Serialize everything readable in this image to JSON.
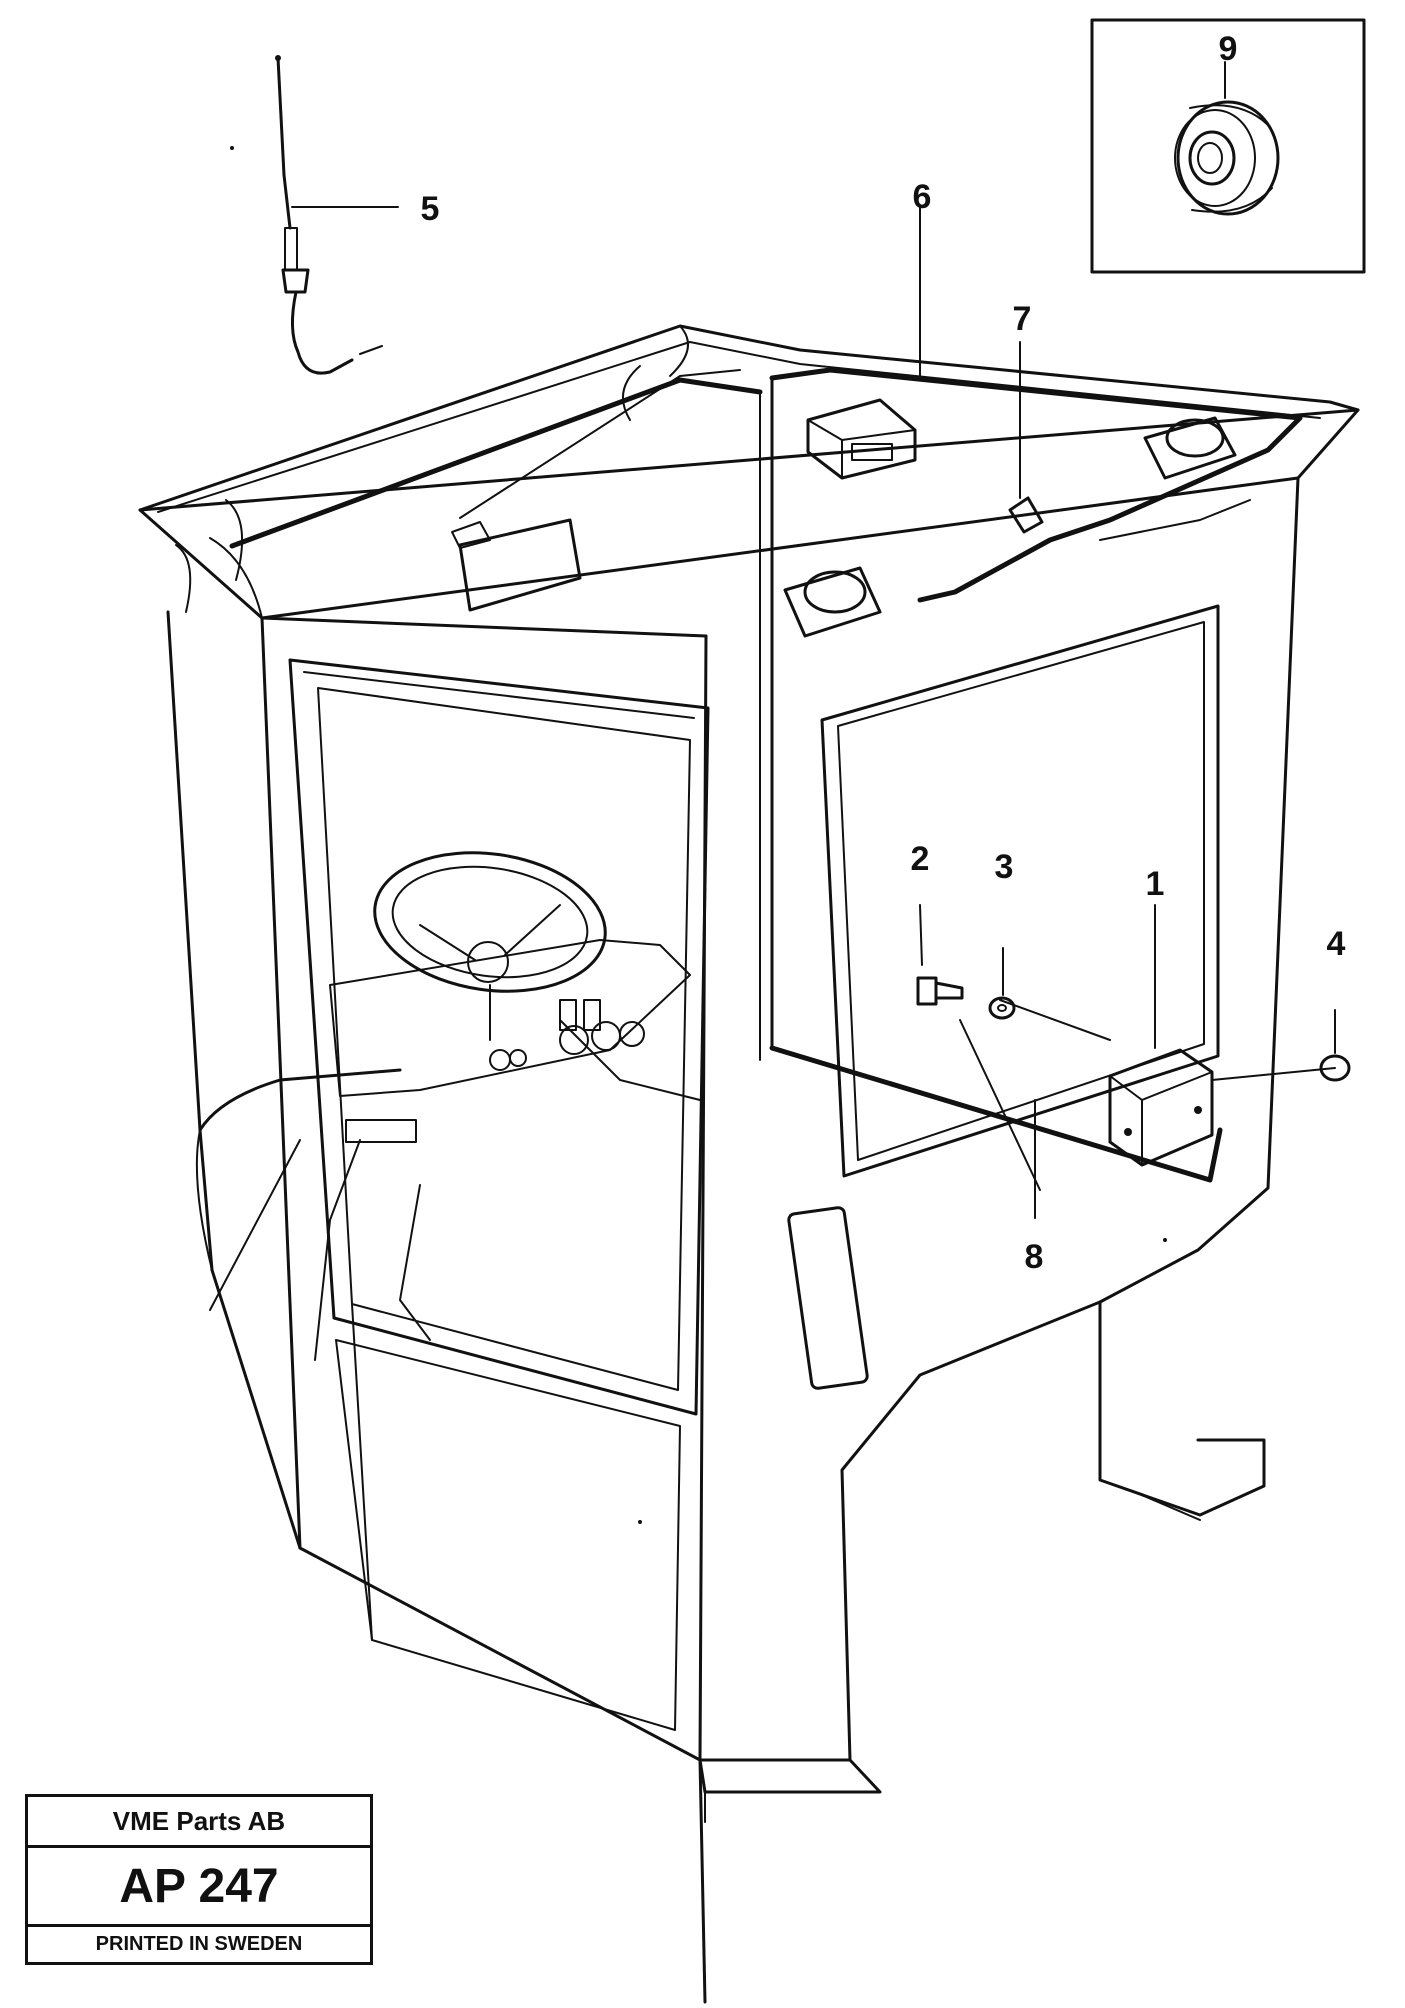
{
  "callouts": {
    "c1": "1",
    "c2": "2",
    "c3": "3",
    "c4": "4",
    "c5": "5",
    "c6": "6",
    "c7": "7",
    "c8": "8",
    "c9": "9"
  },
  "title_block": {
    "company": "VME Parts AB",
    "drawing_number": "AP 247",
    "printed": "PRINTED IN SWEDEN"
  }
}
